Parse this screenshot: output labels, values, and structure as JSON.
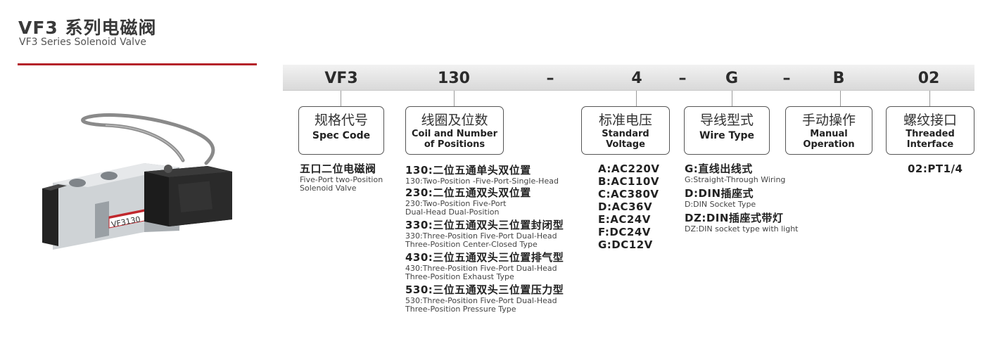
{
  "header": {
    "title_zh": "VF3 系列电磁阀",
    "title_en": "VF3 Series Solenoid Valve"
  },
  "product": {
    "label": "VF3130"
  },
  "code_bar": {
    "segments": [
      "VF3",
      "130",
      "–",
      "4",
      "–",
      "G",
      "–",
      "B",
      "02"
    ]
  },
  "boxes": [
    {
      "zh": "规格代号",
      "en1": "Spec Code",
      "en2": ""
    },
    {
      "zh": "线圈及位数",
      "en1": "Coil and Number",
      "en2": "of Positions"
    },
    {
      "zh": "标准电压",
      "en1": "Standard",
      "en2": "Voltage"
    },
    {
      "zh": "导线型式",
      "en1": "Wire Type",
      "en2": ""
    },
    {
      "zh": "手动操作",
      "en1": "Manual",
      "en2": "Operation"
    },
    {
      "zh": "螺纹接口",
      "en1": "Threaded",
      "en2": "Interface"
    }
  ],
  "spec": {
    "zh": "五口二位电磁阀",
    "en1": "Five-Port  two-Position",
    "en2": "Solenoid Valve"
  },
  "coil": [
    {
      "zh": "130:二位五通单头双位置",
      "en1": "130:Two-Position -Five-Port-Single-Head",
      "en2": ""
    },
    {
      "zh": "230:二位五通双头双位置",
      "en1": "230:Two-Position Five-Port",
      "en2": "Dual-Head Dual-Position"
    },
    {
      "zh": "330:三位五通双头三位置封闭型",
      "en1": "330:Three-Position Five-Port Dual-Head",
      "en2": "Three-Position Center-Closed Type"
    },
    {
      "zh": "430:三位五通双头三位置排气型",
      "en1": "430:Three-Position Five-Port Dual-Head",
      "en2": "Three-Position Exhaust Type"
    },
    {
      "zh": "530:三位五通双头三位置压力型",
      "en1": "530:Three-Position Five-Port Dual-Head",
      "en2": "Three-Position Pressure Type"
    }
  ],
  "voltage": [
    "A:AC220V",
    "B:AC110V",
    "C:AC380V",
    "D:AC36V",
    "E:AC24V",
    "F:DC24V",
    "G:DC12V"
  ],
  "wire": [
    {
      "zh": "G:直线出线式",
      "en": "G:Straight-Through Wiring"
    },
    {
      "zh": "D:DIN插座式",
      "en": "D:DIN Socket Type"
    },
    {
      "zh": "DZ:DIN插座式带灯",
      "en": "DZ:DIN socket type with light"
    }
  ],
  "thread": "02:PT1/4"
}
